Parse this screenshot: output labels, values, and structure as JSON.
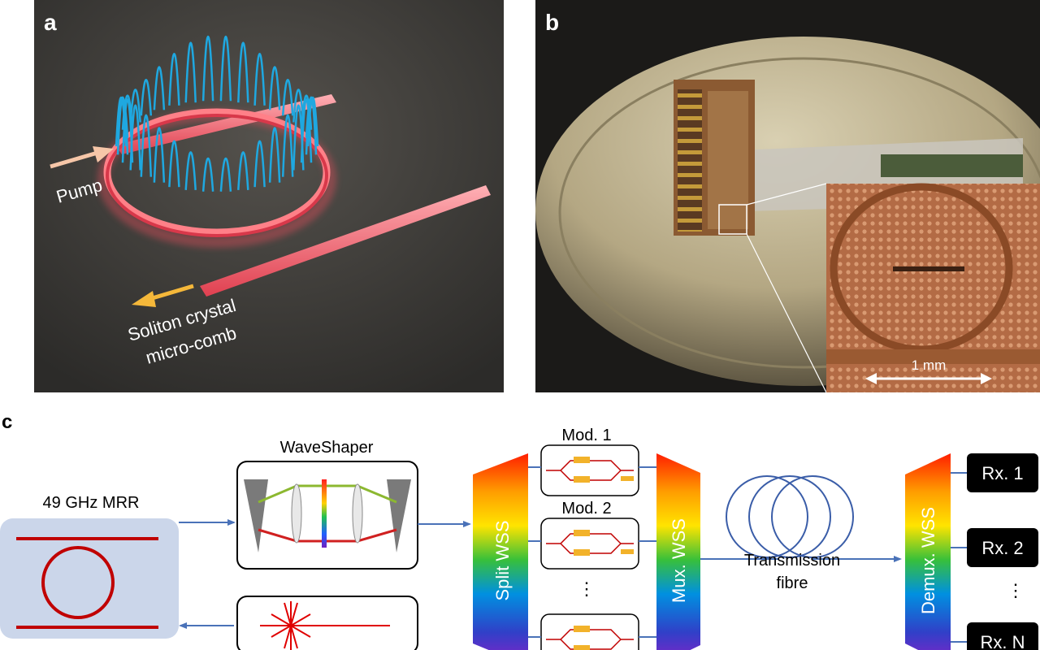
{
  "panels": {
    "a": {
      "label": "a",
      "pump_label": "Pump",
      "output_label_line1": "Soliton crystal",
      "output_label_line2": "micro-comb",
      "colors": {
        "background": "#3a3a38",
        "waveguide": "#ff6f78",
        "comb": "#1fa8e0",
        "pump_arrow": "#f6c6a8",
        "output_arrow": "#f5b83a"
      }
    },
    "b": {
      "label": "b",
      "scale_bar_label": "1 mm",
      "colors": {
        "background": "#1b1a18",
        "coin": "#b8ab86",
        "chip": "#7a4a2a"
      }
    },
    "c": {
      "label": "c",
      "mrr_label": "49 GHz MRR",
      "waveshaper_label": "WaveShaper",
      "split_wss_label": "Split WSS",
      "mod_labels": [
        "Mod. 1",
        "Mod. 2",
        "⋮"
      ],
      "mux_wss_label": "Mux. WSS",
      "fibre_label_line1": "Transmission",
      "fibre_label_line2": "fibre",
      "demux_wss_label": "Demux. WSS",
      "receiver_labels": [
        "Rx. 1",
        "Rx. 2",
        "⋮",
        "Rx. N"
      ],
      "colors": {
        "connector": "#4a72b8",
        "mrr_box": "#cbd6ea",
        "ring": "#c00000",
        "fibre": "#3a5da8",
        "receiver": "#000000"
      }
    }
  }
}
